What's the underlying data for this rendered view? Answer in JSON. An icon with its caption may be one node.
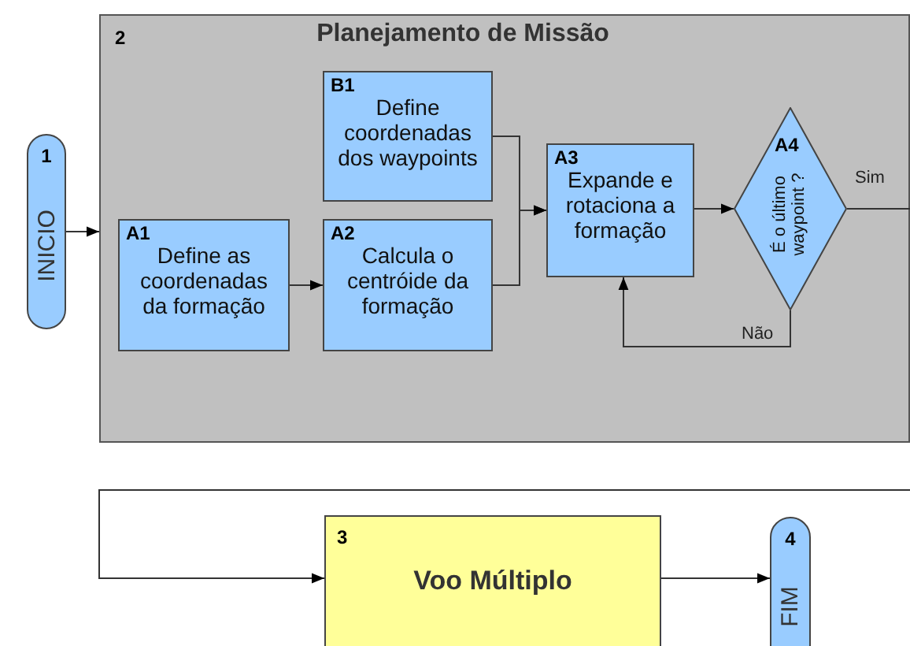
{
  "diagram": {
    "nodes": [
      {
        "text": [
          "1",
          "INICIO"
        ]
      },
      {
        "text": [
          "2",
          "Planejamento de Missão"
        ]
      },
      {
        "text": [
          "B1",
          "Define coordenadas dos waypoints"
        ],
        "in": 1
      },
      {
        "text": [
          "A1",
          "Define as coordenadas da formação"
        ],
        "in": 1
      },
      {
        "text": [
          "A2",
          "Calcula o centróide da formação"
        ],
        "in": 1
      },
      {
        "text": [
          "A3",
          "Expande e rotaciona a formação"
        ],
        "in": 1
      },
      {
        "text": [
          "A4",
          "É o último waypoint ?"
        ],
        "in": 1
      },
      {
        "text": [
          "3",
          "Voo Múltiplo"
        ]
      },
      {
        "text": [
          "4",
          "FIM"
        ]
      }
    ],
    "edges": [
      {
        "from": 0,
        "to": 1,
        "arrow": "to"
      },
      {
        "from": 3,
        "to": 4,
        "arrow": "to"
      },
      {
        "from": 2,
        "to": 5,
        "arrow": "to"
      },
      {
        "from": 4,
        "to": 5,
        "arrow": "to"
      },
      {
        "from": 5,
        "to": 6,
        "arrow": "to"
      },
      {
        "from": 6,
        "to": 5,
        "arrow": "to",
        "label": "Não"
      },
      {
        "from": 6,
        "to": 7,
        "arrow": "to",
        "label": "Sim"
      },
      {
        "from": 7,
        "to": 8,
        "arrow": "to"
      }
    ]
  }
}
